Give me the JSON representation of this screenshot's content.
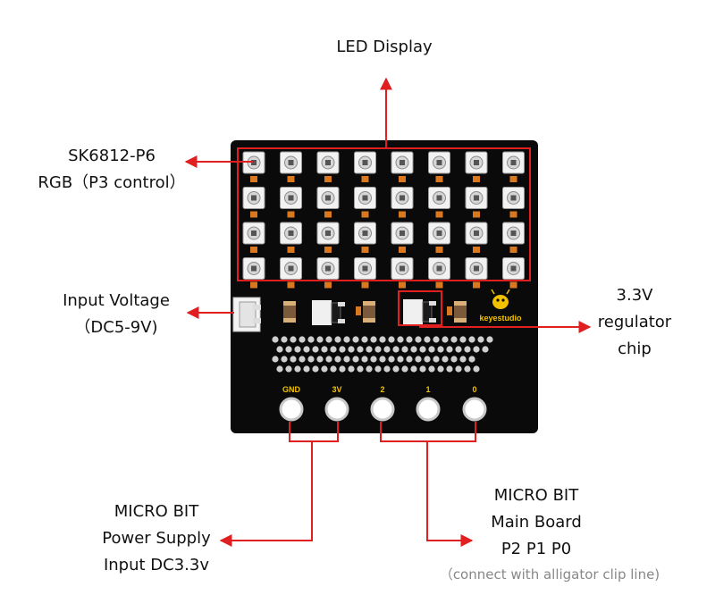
{
  "labels": {
    "led_display": "LED Display",
    "sk6812_line1": "SK6812-P6",
    "sk6812_line2": "RGB（P3 control）",
    "input_voltage_line1": "Input  Voltage",
    "input_voltage_line2": "（DC5-9V)",
    "regulator_line1": "3.3V",
    "regulator_line2": "regulator",
    "regulator_line3": "chip",
    "power_line1": "MICRO BIT",
    "power_line2": "Power Supply",
    "power_line3": "Input DC3.3v",
    "main_line1": "MICRO BIT",
    "main_line2": "Main Board",
    "main_line3": "P2 P1 P0",
    "main_note": "（connect with alligator clip line)"
  },
  "board": {
    "brand": "keyestudio",
    "pins": [
      "GND",
      "3V",
      "2",
      "1",
      "0"
    ],
    "led_rows": 4,
    "led_cols": 8
  },
  "colors": {
    "annotation": "#e02020",
    "board": "#0a0a0a",
    "pin_label": "#f2c200",
    "resistor": "#d9781e",
    "pad": "#cfcfcf"
  }
}
